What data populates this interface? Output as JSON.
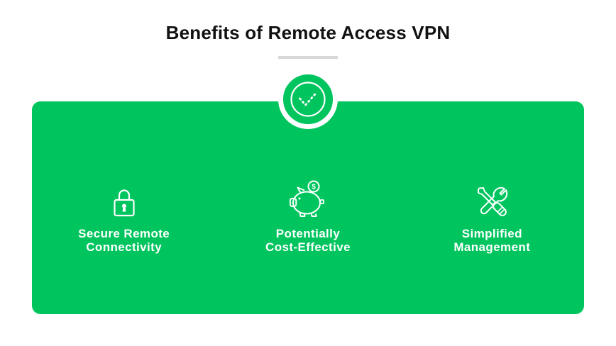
{
  "header": {
    "title": "Benefits of Remote Access VPN"
  },
  "badge": {
    "icon": "check-icon"
  },
  "panel": {
    "benefits": [
      {
        "icon": "lock-icon",
        "label": "Secure Remote\nConnectivity"
      },
      {
        "icon": "piggy-bank-icon",
        "label": "Potentially\nCost-Effective"
      },
      {
        "icon": "tools-icon",
        "label": "Simplified\nManagement"
      }
    ]
  },
  "icons": {
    "piggy_coin_symbol": "$"
  },
  "colors": {
    "green": "#00c55e",
    "underline_gray": "#d8d8d8",
    "title_text": "#111111",
    "benefit_text": "#ffffff"
  }
}
